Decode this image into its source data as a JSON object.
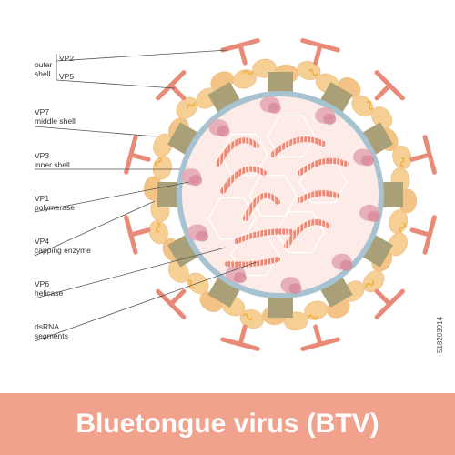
{
  "labels": {
    "outer_shell": "outer\nshell",
    "vp2": "VP2",
    "vp5": "VP5",
    "vp7": "VP7\nmiddle shell",
    "vp3": "VP3\ninner shell",
    "vp1": "VP1\npolymerase",
    "vp4": "VP4\ncapping enzyme",
    "vp6": "VP6\nhelicase",
    "dsrna": "dsRNA\nsegments"
  },
  "title": "Bluetongue virus (BTV)",
  "stock_id": "518203914",
  "colors": {
    "spike": "#e98a78",
    "vp5": "#f6cf94",
    "vp7": "#a9a077",
    "vp3": "#a7c3d2",
    "interior": "#fcebe6",
    "polymerase": "#e3a8b5",
    "rna": "#e98a78",
    "banner": "#f1a28c"
  }
}
